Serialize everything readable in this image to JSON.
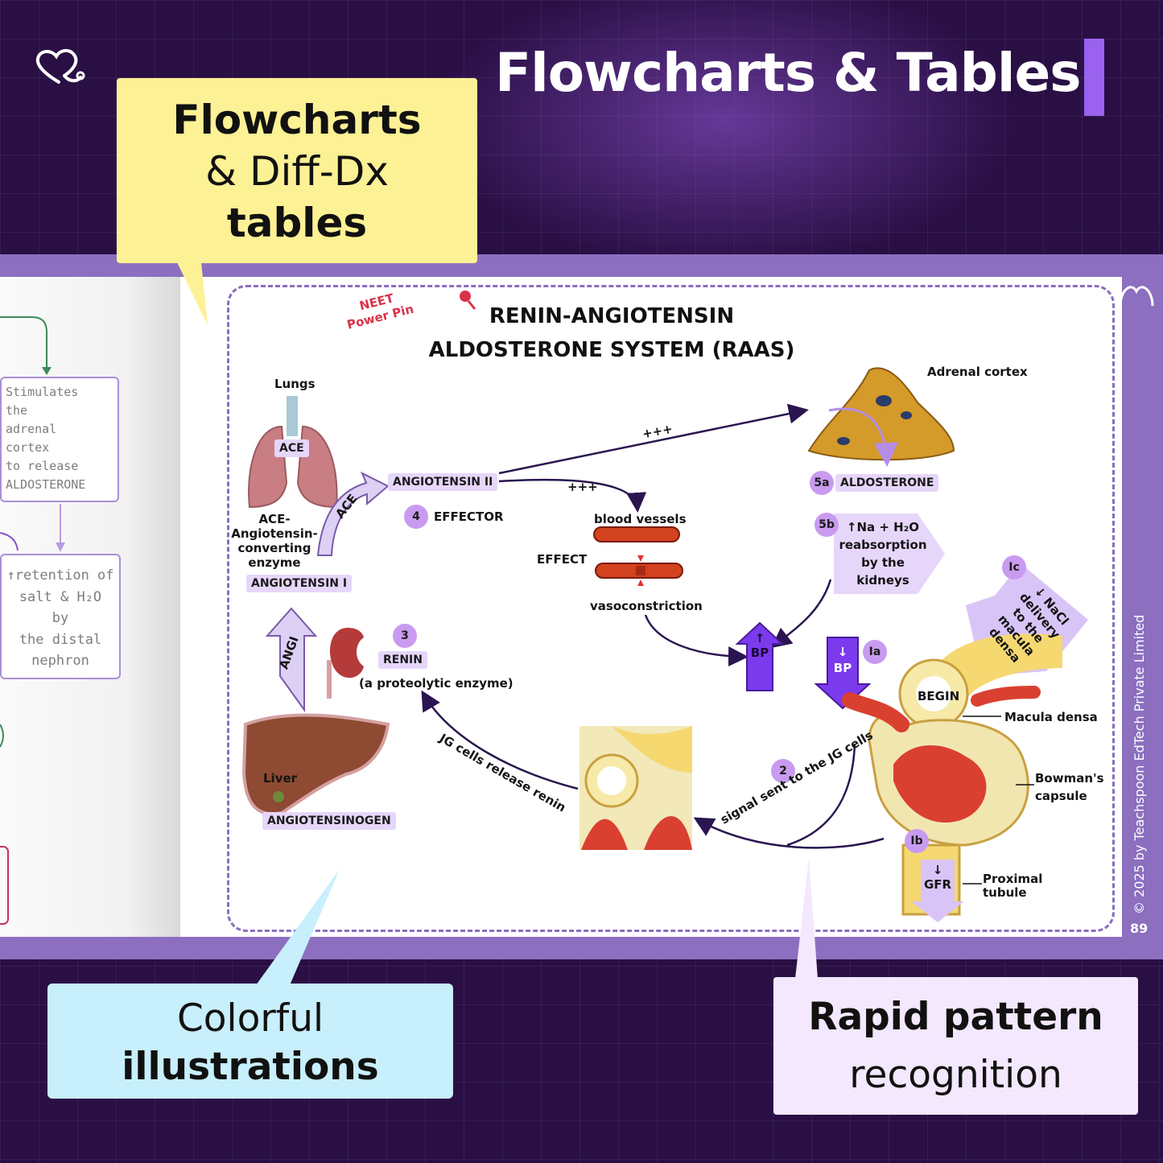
{
  "header": {
    "title": "Flowcharts & Tables"
  },
  "callouts": {
    "yellow": {
      "line1": "Flowcharts",
      "line2": "& Diff-Dx",
      "line3": "tables"
    },
    "blue": {
      "line1": "Colorful",
      "line2": "illustrations"
    },
    "lilac": {
      "line1": "Rapid pattern",
      "line2": "recognition"
    }
  },
  "left_page": {
    "box1": [
      "Stimulates",
      "the",
      "adrenal",
      "cortex",
      "to release",
      "ALDOSTERONE"
    ],
    "box2": [
      "↑retention of",
      "salt & H₂O",
      "by",
      "the distal",
      "nephron"
    ]
  },
  "diagram": {
    "badge": [
      "NEET",
      "Power Pin"
    ],
    "title_line1": "RENIN-ANGIOTENSIN",
    "title_line2": "ALDOSTERONE SYSTEM (RAAS)",
    "lungs": "Lungs",
    "ace": "ACE",
    "ace_arrow": "ACE",
    "ace_desc": [
      "ACE-",
      "Angiotensin-",
      "converting",
      "enzyme"
    ],
    "angiotensin_ii": "ANGIOTENSIN II",
    "angiotensin_i": "ANGIOTENSIN I",
    "step4": "4",
    "effector": "EFFECTOR",
    "plus1": "+++",
    "plus2": "+++",
    "blood_vessels": "blood vessels",
    "effect": "EFFECT",
    "vasoconstriction": "vasoconstriction",
    "adrenal_cortex": "Adrenal cortex",
    "step5a": "5a",
    "aldosterone": "ALDOSTERONE",
    "step5b": "5b",
    "reabsorption": [
      "↑Na + H₂O",
      "reabsorption",
      "by the",
      "kidneys"
    ],
    "bp_up_arrow": "↑",
    "bp_up": "BP",
    "step_ic": "Ic",
    "nacl": [
      "↓ NaCl",
      "delivery",
      "to the",
      "macula",
      "densa"
    ],
    "bp_down_arrow": "↓",
    "bp_down": "BP",
    "step_ia": "Ia",
    "begin": "BEGIN",
    "macula_densa": "Macula densa",
    "bowmans": [
      "Bowman's",
      "capsule"
    ],
    "step3": "3",
    "renin": "RENIN",
    "renin_desc": "(a proteolytic enzyme)",
    "angi_arrow": "ANGI",
    "liver": "Liver",
    "angiotensinogen": "ANGIOTENSINOGEN",
    "jg_release": "JG cells release renin",
    "step2": "2",
    "signal": "signal sent to the JG cells",
    "step_ib": "Ib",
    "gfr_arrow": "↓",
    "gfr": "GFR",
    "proximal": [
      "Proximal",
      "tubule"
    ]
  },
  "copyright": "© 2025 by Teachspoon EdTech Private Limited",
  "page_number": "89",
  "colors": {
    "background": "#2a0f45",
    "accent": "#9a62ef",
    "band": "#8c6fbf"
  }
}
